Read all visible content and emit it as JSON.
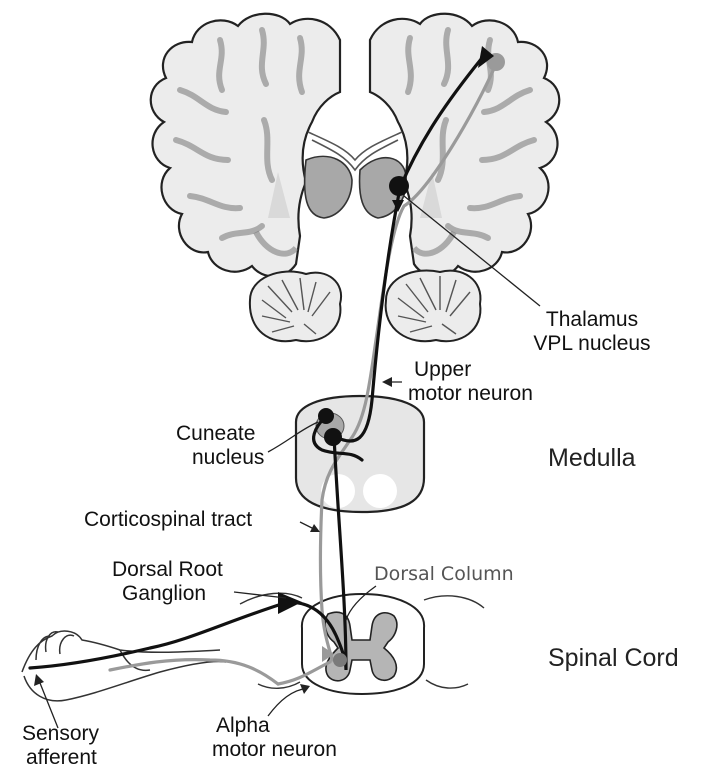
{
  "labels": {
    "thalamus_line1": "Thalamus",
    "thalamus_line2": "VPL nucleus",
    "upper_line1": "Upper",
    "upper_line2": "motor neuron",
    "cuneate_line1": "Cuneate",
    "cuneate_line2": "nucleus",
    "medulla": "Medulla",
    "corticospinal": "Corticospinal tract",
    "drg_line1": "Dorsal Root",
    "drg_line2": "Ganglion",
    "dorsal_column": "Dorsal Column",
    "spinal_cord": "Spinal Cord",
    "sensory_line1": "Sensory",
    "sensory_line2": "afferent",
    "alpha_line1": "Alpha",
    "alpha_line2": "motor neuron"
  },
  "colors": {
    "sensory_pathway": "#111111",
    "motor_pathway": "#9a9a9a",
    "gray_matter": "#b5b5b5",
    "white_matter": "#ececec",
    "nucleus_fill": "#a8a8a8",
    "outline": "#222222"
  }
}
